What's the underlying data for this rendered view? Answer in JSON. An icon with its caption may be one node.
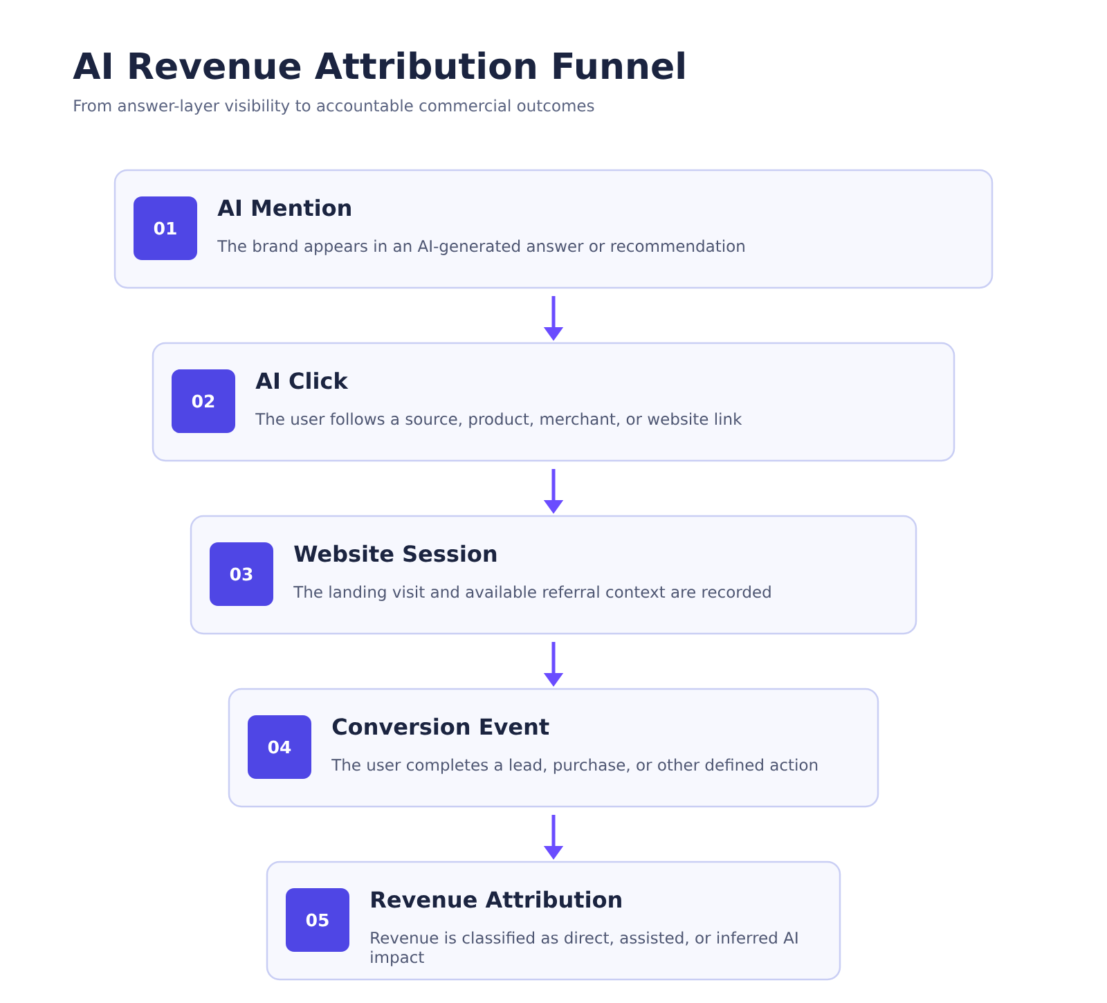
{
  "diagram": {
    "title": "AI Revenue Attribution Funnel",
    "nodes": [
      {
        "text": [
          "AI Mention",
          "The brand appears in an AI-generated answer or recommendation"
        ]
      },
      {
        "text": [
          "01"
        ],
        "in": 0
      },
      {
        "text": [
          "AI Click",
          "The user follows a source, product, merchant, or website link"
        ]
      },
      {
        "text": [
          "02"
        ],
        "in": 2
      },
      {
        "text": [
          "Website Session",
          "The landing visit and available referral context are recorded"
        ]
      },
      {
        "text": [
          "03"
        ],
        "in": 4
      },
      {
        "text": [
          "Conversion Event",
          "The user completes a lead, purchase, or other defined action"
        ]
      },
      {
        "text": [
          "04"
        ],
        "in": 6
      },
      {
        "text": [
          "Revenue Attribution",
          "Revenue is classified as direct, assisted, or inferred AI impact"
        ]
      },
      {
        "text": [
          "05"
        ],
        "in": 8
      }
    ],
    "edges": [
      {
        "from": 0,
        "to": 2,
        "arrow": "to"
      },
      {
        "from": 2,
        "to": 4,
        "arrow": "to"
      },
      {
        "from": 4,
        "to": 6,
        "arrow": "to"
      },
      {
        "from": 6,
        "to": 8,
        "arrow": "to"
      }
    ],
    "labels": [
      "From answer-layer visibility to accountable commercial outcomes"
    ]
  }
}
